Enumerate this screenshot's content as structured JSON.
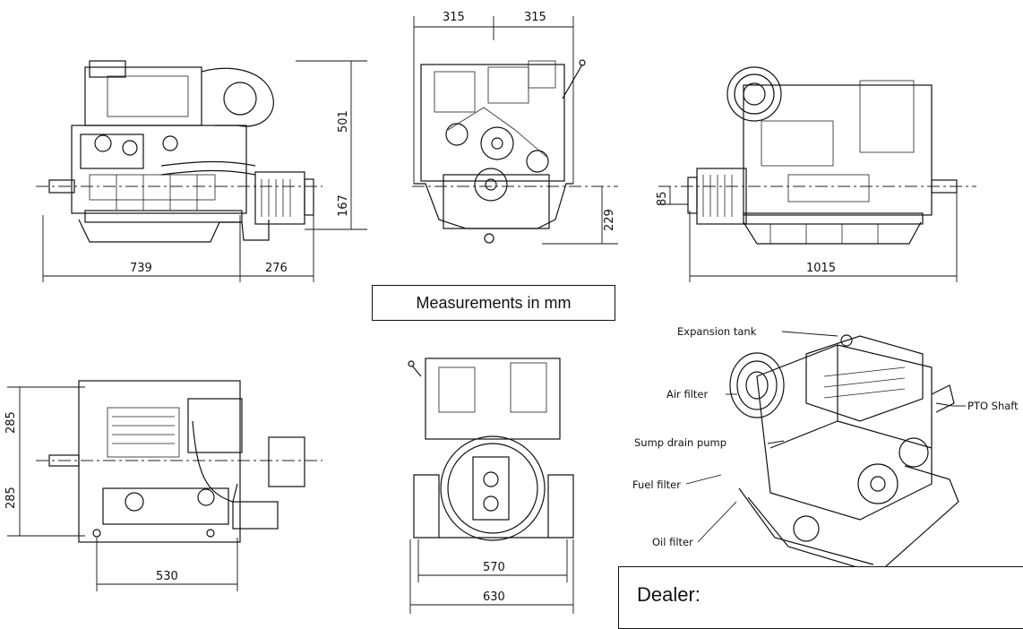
{
  "drawing": {
    "dimensions": {
      "side_width": "739",
      "side_gearbox": "276",
      "side_height_upper": "501",
      "side_height_lower": "167",
      "front_half_left": "315",
      "front_half_right": "315",
      "front_height_lower": "229",
      "rear_height_lower": "85",
      "rear_width": "1015",
      "top_upper": "285",
      "top_lower": "285",
      "top_width": "530",
      "back_inner_width": "570",
      "back_outer_width": "630"
    },
    "measurements_note": "Measurements in mm",
    "callouts": {
      "expansion_tank": "Expansion tank",
      "air_filter": "Air filter",
      "pto_shaft": "PTO Shaft",
      "sump_drain_pump": "Sump drain pump",
      "fuel_filter": "Fuel filter",
      "oil_filter": "Oil filter"
    },
    "dealer_label": "Dealer:"
  }
}
